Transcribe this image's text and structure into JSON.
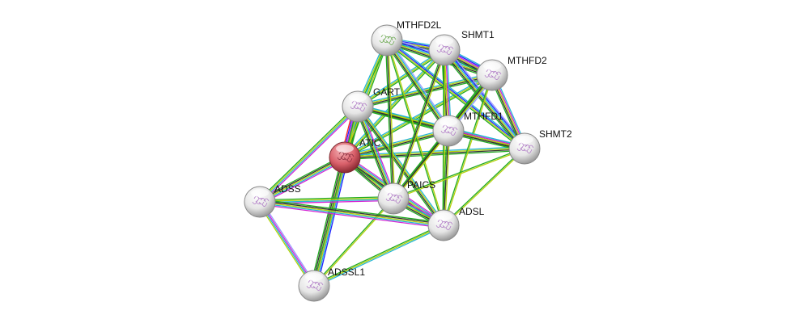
{
  "network": {
    "nodes": [
      {
        "id": "MTHFD2L",
        "label": "MTHFD2L",
        "color": "#e8e8e8",
        "structure": "colored"
      },
      {
        "id": "SHMT1",
        "label": "SHMT1",
        "color": "#e8e8e8"
      },
      {
        "id": "MTHFD2",
        "label": "MTHFD2",
        "color": "#e8e8e8"
      },
      {
        "id": "GART",
        "label": "GART",
        "color": "#e8e8e8"
      },
      {
        "id": "MTHFD1",
        "label": "MTHFD1",
        "color": "#e8e8e8"
      },
      {
        "id": "SHMT2",
        "label": "SHMT2",
        "color": "#e8e8e8"
      },
      {
        "id": "ATIC",
        "label": "ATIC",
        "color": "#d9606a",
        "query": true
      },
      {
        "id": "ADSS",
        "label": "ADSS",
        "color": "#e8e8e8"
      },
      {
        "id": "PAICS",
        "label": "PAICS",
        "color": "#e8e8e8"
      },
      {
        "id": "ADSL",
        "label": "ADSL",
        "color": "#e8e8e8"
      },
      {
        "id": "ADSSL1",
        "label": "ADSSL1",
        "color": "#e8e8e8"
      }
    ],
    "edge_colors": {
      "database": "#22b5d6",
      "experiments": "#d424d4",
      "textmining": "#b5d10a",
      "coexpression": "#333333",
      "homology": "#9c9cff",
      "neighborhood": "#22aa22",
      "fusion": "#ff2020",
      "cooccurrence": "#2222ff"
    },
    "edges": [
      [
        "ATIC",
        "GART",
        [
          "fusion",
          "cooccurrence",
          "experiments",
          "database",
          "textmining",
          "coexpression",
          "neighborhood"
        ]
      ],
      [
        "ATIC",
        "ADSS",
        [
          "experiments",
          "database",
          "textmining",
          "coexpression",
          "neighborhood"
        ]
      ],
      [
        "ATIC",
        "ADSSL1",
        [
          "cooccurrence",
          "database",
          "experiments",
          "textmining",
          "coexpression",
          "neighborhood"
        ]
      ],
      [
        "ATIC",
        "PAICS",
        [
          "experiments",
          "database",
          "textmining",
          "coexpression",
          "neighborhood"
        ]
      ],
      [
        "ATIC",
        "ADSL",
        [
          "experiments",
          "database",
          "textmining",
          "coexpression",
          "neighborhood"
        ]
      ],
      [
        "ATIC",
        "MTHFD1",
        [
          "database",
          "textmining",
          "coexpression",
          "neighborhood"
        ]
      ],
      [
        "ATIC",
        "SHMT2",
        [
          "database",
          "textmining",
          "coexpression",
          "neighborhood"
        ]
      ],
      [
        "ATIC",
        "MTHFD2",
        [
          "database",
          "textmining",
          "neighborhood"
        ]
      ],
      [
        "ATIC",
        "SHMT1",
        [
          "database",
          "textmining",
          "neighborhood"
        ]
      ],
      [
        "ATIC",
        "MTHFD2L",
        [
          "database",
          "textmining",
          "neighborhood"
        ]
      ],
      [
        "GART",
        "PAICS",
        [
          "experiments",
          "database",
          "textmining",
          "coexpression",
          "neighborhood"
        ]
      ],
      [
        "GART",
        "ADSL",
        [
          "database",
          "textmining",
          "coexpression",
          "neighborhood"
        ]
      ],
      [
        "GART",
        "ADSS",
        [
          "experiments",
          "database",
          "textmining",
          "neighborhood"
        ]
      ],
      [
        "GART",
        "MTHFD1",
        [
          "database",
          "textmining",
          "coexpression",
          "neighborhood"
        ]
      ],
      [
        "GART",
        "MTHFD2",
        [
          "database",
          "textmining",
          "coexpression",
          "neighborhood"
        ]
      ],
      [
        "GART",
        "SHMT1",
        [
          "database",
          "textmining",
          "neighborhood"
        ]
      ],
      [
        "GART",
        "SHMT2",
        [
          "database",
          "textmining",
          "coexpression",
          "neighborhood"
        ]
      ],
      [
        "GART",
        "MTHFD2L",
        [
          "database",
          "textmining",
          "neighborhood"
        ]
      ],
      [
        "GART",
        "ADSSL1",
        [
          "textmining",
          "neighborhood"
        ]
      ],
      [
        "MTHFD2L",
        "SHMT1",
        [
          "database",
          "cooccurrence",
          "textmining",
          "coexpression",
          "neighborhood"
        ]
      ],
      [
        "MTHFD2L",
        "MTHFD2",
        [
          "homology",
          "cooccurrence",
          "database",
          "textmining",
          "coexpression",
          "neighborhood"
        ]
      ],
      [
        "MTHFD2L",
        "MTHFD1",
        [
          "homology",
          "database",
          "textmining",
          "coexpression",
          "neighborhood"
        ]
      ],
      [
        "MTHFD2L",
        "SHMT2",
        [
          "database",
          "cooccurrence",
          "textmining",
          "neighborhood"
        ]
      ],
      [
        "MTHFD2L",
        "PAICS",
        [
          "textmining",
          "coexpression",
          "neighborhood"
        ]
      ],
      [
        "MTHFD2L",
        "ADSL",
        [
          "textmining",
          "neighborhood"
        ]
      ],
      [
        "SHMT1",
        "MTHFD2",
        [
          "database",
          "cooccurrence",
          "experiments",
          "textmining",
          "coexpression",
          "neighborhood"
        ]
      ],
      [
        "SHMT1",
        "MTHFD1",
        [
          "database",
          "experiments",
          "textmining",
          "coexpression",
          "neighborhood"
        ]
      ],
      [
        "SHMT1",
        "SHMT2",
        [
          "homology",
          "cooccurrence",
          "database",
          "textmining",
          "coexpression",
          "neighborhood"
        ]
      ],
      [
        "SHMT1",
        "PAICS",
        [
          "textmining",
          "coexpression",
          "neighborhood"
        ]
      ],
      [
        "SHMT1",
        "ADSL",
        [
          "textmining",
          "neighborhood"
        ]
      ],
      [
        "MTHFD2",
        "MTHFD1",
        [
          "homology",
          "database",
          "textmining",
          "coexpression",
          "neighborhood"
        ]
      ],
      [
        "MTHFD2",
        "SHMT2",
        [
          "database",
          "experiments",
          "textmining",
          "coexpression",
          "neighborhood"
        ]
      ],
      [
        "MTHFD2",
        "PAICS",
        [
          "textmining",
          "coexpression",
          "neighborhood"
        ]
      ],
      [
        "MTHFD2",
        "ADSL",
        [
          "textmining",
          "neighborhood"
        ]
      ],
      [
        "MTHFD1",
        "SHMT2",
        [
          "database",
          "experiments",
          "textmining",
          "coexpression",
          "neighborhood"
        ]
      ],
      [
        "MTHFD1",
        "PAICS",
        [
          "textmining",
          "coexpression",
          "neighborhood"
        ]
      ],
      [
        "MTHFD1",
        "ADSL",
        [
          "textmining",
          "coexpression",
          "neighborhood"
        ]
      ],
      [
        "SHMT2",
        "PAICS",
        [
          "textmining",
          "neighborhood"
        ]
      ],
      [
        "SHMT2",
        "ADSL",
        [
          "textmining",
          "neighborhood"
        ]
      ],
      [
        "PAICS",
        "ADSL",
        [
          "experiments",
          "database",
          "textmining",
          "coexpression",
          "neighborhood"
        ]
      ],
      [
        "PAICS",
        "ADSS",
        [
          "experiments",
          "database",
          "textmining",
          "neighborhood"
        ]
      ],
      [
        "PAICS",
        "ADSSL1",
        [
          "textmining",
          "neighborhood"
        ]
      ],
      [
        "ADSL",
        "ADSS",
        [
          "experiments",
          "database",
          "textmining",
          "coexpression",
          "neighborhood"
        ]
      ],
      [
        "ADSL",
        "ADSSL1",
        [
          "database",
          "textmining",
          "neighborhood"
        ]
      ],
      [
        "ADSS",
        "ADSSL1",
        [
          "homology",
          "experiments",
          "database",
          "textmining"
        ]
      ]
    ]
  }
}
